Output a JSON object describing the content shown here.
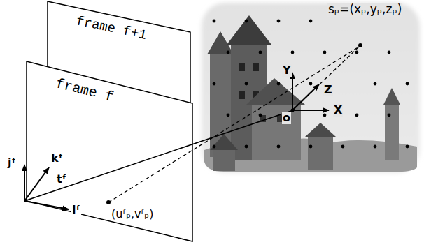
{
  "diagram": {
    "nodes": [
      {
        "text": [
          "frame f+1"
        ]
      },
      {
        "text": [
          "frame f",
          "(uᶠₚ,vᶠₚ)"
        ]
      }
    ],
    "labels": [
      "sₚ=(xₚ,yₚ,zₚ)",
      "Y",
      "Z",
      "X",
      "o",
      "jᶠ",
      "kᶠ",
      "tᶠ",
      "iᶠ"
    ]
  }
}
